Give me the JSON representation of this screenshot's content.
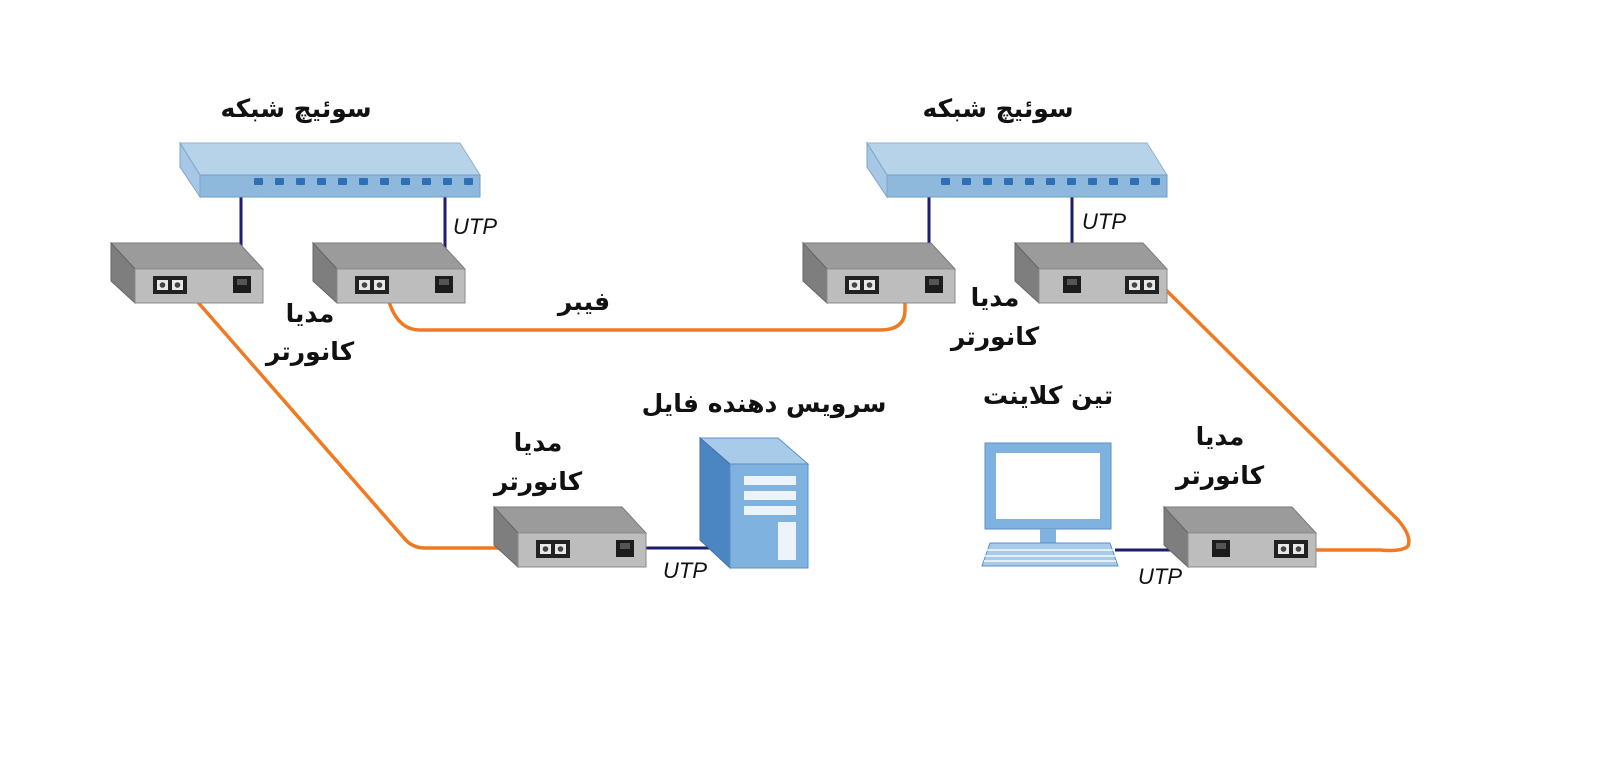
{
  "colors": {
    "fiber": "#f07a22",
    "utp": "#1c1e6b",
    "switch_top": "#b7d3ea",
    "switch_front": "#8fb8dd",
    "port": "#2f6fb5",
    "converter_top": "#9a9a9a",
    "converter_front": "#bdbdbd",
    "device_blue": "#7fb2df",
    "device_blue_dark": "#4c86c2",
    "screen": "#ffffff"
  },
  "labels": {
    "switch_left": "سوئیچ شبکه",
    "switch_right": "سوئیچ شبکه",
    "utp_left_switch": "UTP",
    "utp_right_switch": "UTP",
    "fiber": "فیبر",
    "mc_top_left_line1": "مدیا",
    "mc_top_left_line2": "کانورتر",
    "mc_top_right_line1": "مدیا",
    "mc_top_right_line2": "کانورتر",
    "mc_bottom_left_line1": "مدیا",
    "mc_bottom_left_line2": "کانورتر",
    "mc_bottom_right_line1": "مدیا",
    "mc_bottom_right_line2": "کانورتر",
    "file_server": "سرویس دهنده فایل",
    "thin_client": "تین کلاینت",
    "utp_server": "UTP",
    "utp_client": "UTP"
  },
  "icons": {
    "switch": "network-switch-icon",
    "media_converter": "media-converter-icon",
    "server": "file-server-icon",
    "client": "thin-client-icon"
  }
}
